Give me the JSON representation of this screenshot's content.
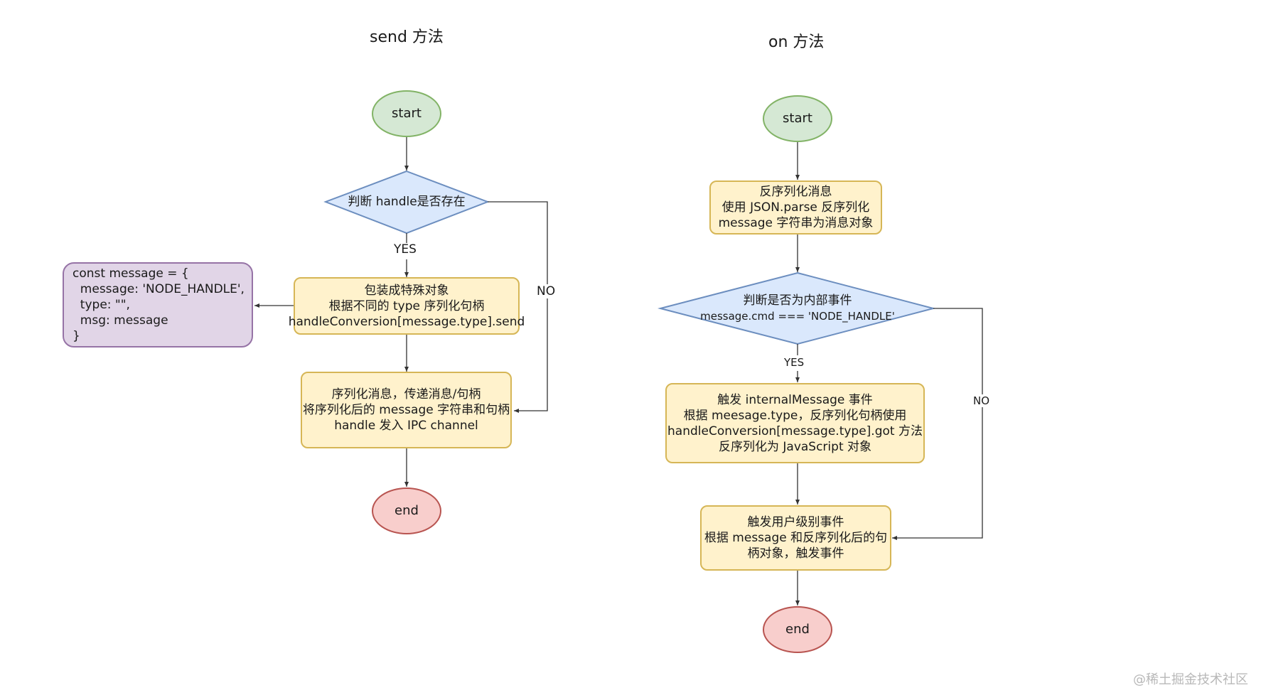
{
  "send": {
    "title": "send 方法",
    "start": "start",
    "decision": "判断 handle是否存在",
    "yes_label": "YES",
    "no_label": "NO",
    "wrap": [
      "包装成特殊对象",
      "根据不同的 type 序列化句柄",
      "handleConversion[message.type].send"
    ],
    "code": [
      "const message = {",
      "  message: 'NODE_HANDLE',",
      "  type: \"\",",
      "  msg: message",
      "}"
    ],
    "serialize": [
      "序列化消息，传递消息/句柄",
      "将序列化后的 message 字符串和句柄",
      "handle 发入 IPC channel"
    ],
    "end": "end"
  },
  "on": {
    "title": "on 方法",
    "start": "start",
    "deserialize": [
      "反序列化消息",
      "使用 JSON.parse 反序列化",
      "message 字符串为消息对象"
    ],
    "decision": [
      "判断是否为内部事件",
      "message.cmd === 'NODE_HANDLE'"
    ],
    "yes_label": "YES",
    "no_label": "NO",
    "internal": [
      "触发 internalMessage 事件",
      "根据 meesage.type，反序列化句柄使用",
      "handleConversion[message.type].got 方法",
      "反序列化为 JavaScript 对象"
    ],
    "user": [
      "触发用户级别事件",
      "根据 message 和反序列化后的句",
      "柄对象，触发事件"
    ],
    "end": "end"
  },
  "watermark": "@稀土掘金技术社区",
  "colors": {
    "start_fill": "#d5e8d4",
    "start_stroke": "#82b366",
    "end_fill": "#f8cecc",
    "end_stroke": "#b85450",
    "process_fill": "#fff2cc",
    "process_stroke": "#d6b656",
    "decision_fill": "#dae8fc",
    "decision_stroke": "#6c8ebf",
    "code_fill": "#e1d5e7",
    "code_stroke": "#9673a6"
  }
}
